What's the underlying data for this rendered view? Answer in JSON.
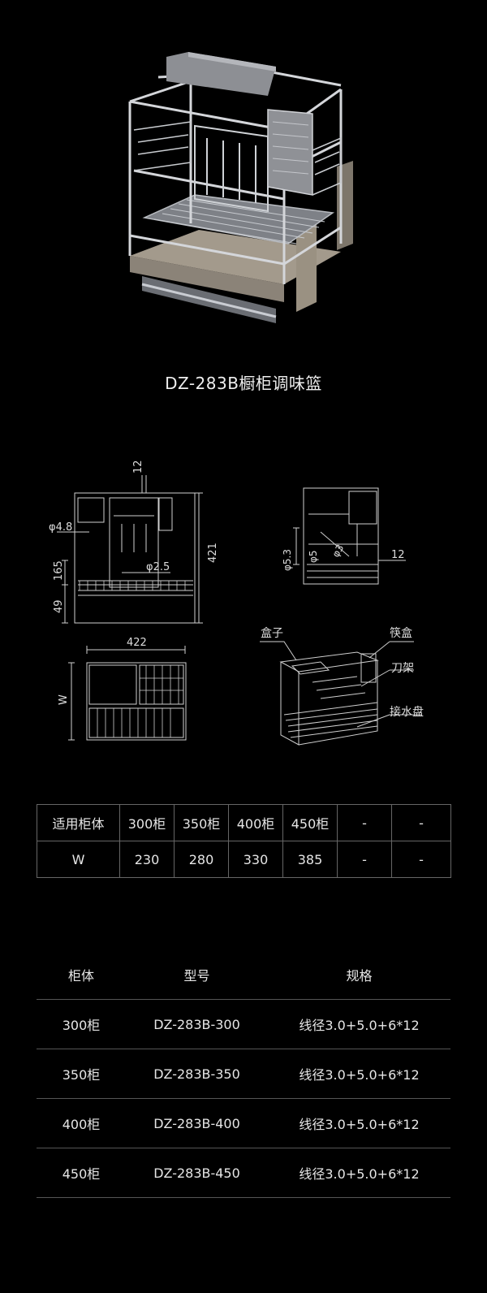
{
  "product_title": "DZ-283B橱柜调味篮",
  "front_view": {
    "dim_top": "12",
    "dim_height": "421",
    "dim_rod": "φ4.8",
    "dim_165": "165",
    "dim_49": "49",
    "dim_wire": "φ2.5"
  },
  "side_view": {
    "dim_53": "φ5.3",
    "dim_5": "φ5",
    "dim_3": "φ3",
    "dim_12": "12"
  },
  "top_view": {
    "dim_width": "422",
    "dim_w": "W"
  },
  "iso_view": {
    "label_box": "盒子",
    "label_chopsticks": "筷盒",
    "label_knife": "刀架",
    "label_tray": "接水盘"
  },
  "size_table": {
    "header": [
      "适用柜体",
      "300柜",
      "350柜",
      "400柜",
      "450柜",
      "-",
      "-"
    ],
    "row": [
      "W",
      "230",
      "280",
      "330",
      "385",
      "-",
      "-"
    ]
  },
  "model_list": {
    "headers": [
      "柜体",
      "型号",
      "规格"
    ],
    "rows": [
      [
        "300柜",
        "DZ-283B-300",
        "线径3.0+5.0+6*12"
      ],
      [
        "350柜",
        "DZ-283B-350",
        "线径3.0+5.0+6*12"
      ],
      [
        "400柜",
        "DZ-283B-400",
        "线径3.0+5.0+6*12"
      ],
      [
        "450柜",
        "DZ-283B-450",
        "线径3.0+5.0+6*12"
      ]
    ]
  }
}
